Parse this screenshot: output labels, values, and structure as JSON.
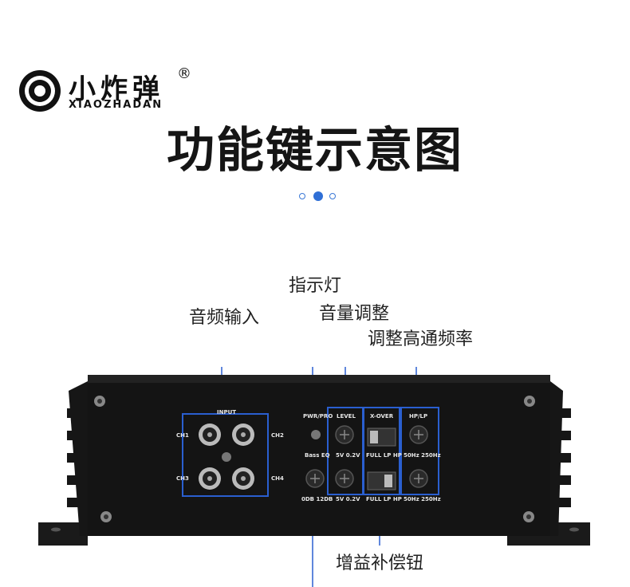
{
  "brand": {
    "name_cn": "小炸弹",
    "registered_mark": "®",
    "name_en": "XIAOZHADAN"
  },
  "title": "功能键示意图",
  "carousel": {
    "count": 3,
    "active_index": 1
  },
  "colors": {
    "accent_blue": "#2f6fd6",
    "panel": "#141414",
    "highlight_box": "#2a5fd0"
  },
  "callouts": {
    "indicator": "指示灯",
    "audio_input": "音频输入",
    "volume": "音量调整",
    "hpf": "调整高通频率",
    "bass_boost": "增益补偿钮"
  },
  "panel": {
    "input": "INPUT",
    "ch1": "CH1",
    "ch2": "CH2",
    "ch3": "CH3",
    "ch4": "CH4",
    "pwr_pro": "PWR/PRO",
    "bass_eq": "Bass EQ",
    "bass_range": "0DB  12DB",
    "level": "LEVEL",
    "level_range_top": "5V  0.2V",
    "level_range_bottom": "5V  0.2V",
    "xover": "X-OVER",
    "xover_modes_top": "FULL  LP  HP",
    "xover_modes_bottom": "FULL  LP  HP",
    "hplp": "HP/LP",
    "hplp_range_top": "50Hz  250Hz",
    "hplp_range_bottom": "50Hz  250Hz"
  }
}
